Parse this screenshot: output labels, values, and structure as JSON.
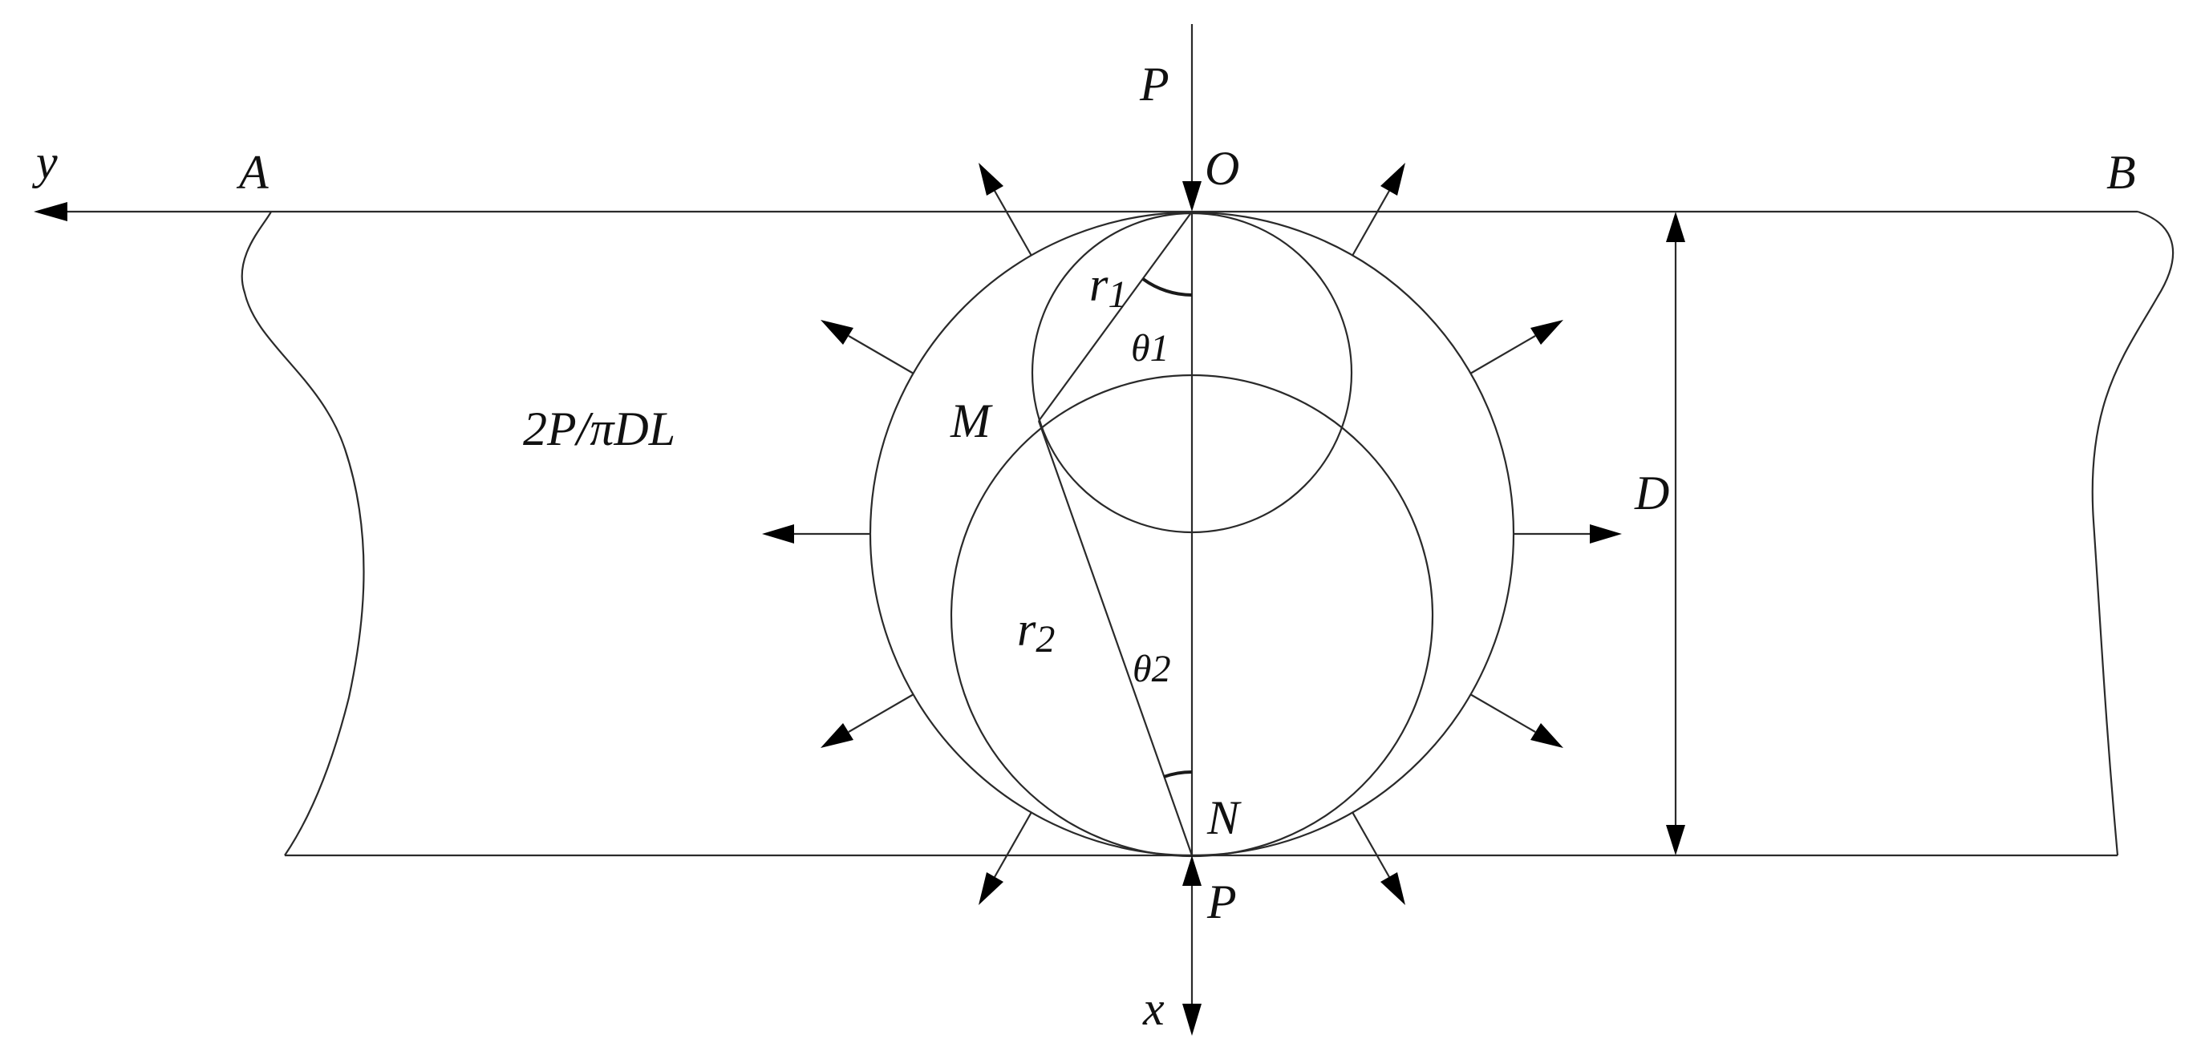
{
  "labels": {
    "y_axis": "y",
    "x_axis": "x",
    "point_a": "A",
    "point_b": "B",
    "origin": "O",
    "point_m": "M",
    "point_n": "N",
    "load_top": "P",
    "load_bottom": "P",
    "diameter": "D",
    "stress": "2P/πDL",
    "r1_base": "r",
    "r1_sub": "1",
    "r2_base": "r",
    "r2_sub": "2",
    "theta1": "θ1",
    "theta2": "θ2"
  },
  "colors": {
    "line": "#2a2a2a",
    "arrowhead": "#000000",
    "text": "#111111",
    "background": "#ffffff"
  }
}
